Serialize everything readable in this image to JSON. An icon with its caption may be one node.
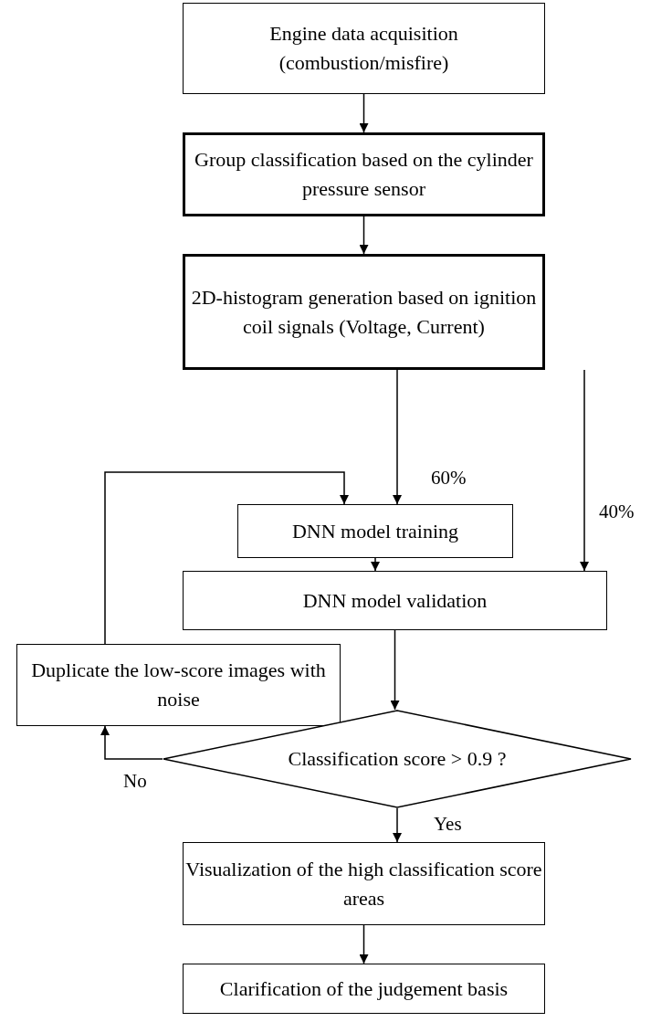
{
  "diagram": {
    "nodes": [
      {
        "text": [
          "Engine data acquisition (combustion/misfire)"
        ]
      },
      {
        "text": [
          "Group classification based on the cylinder pressure sensor"
        ]
      },
      {
        "text": [
          "2D-histogram generation based on ignition coil signals (Voltage, Current)"
        ]
      },
      {
        "text": [
          "DNN model training"
        ]
      },
      {
        "text": [
          "DNN model validation"
        ]
      },
      {
        "text": [
          "Duplicate the low-score images with noise"
        ]
      },
      {
        "text": [
          "Classification score > 0.9 ?"
        ]
      },
      {
        "text": [
          "Visualization of the high classification score areas"
        ]
      },
      {
        "text": [
          "Clarification of the judgement basis"
        ]
      }
    ],
    "edges": [
      {
        "from": 0,
        "to": 1,
        "arrow": "to"
      },
      {
        "from": 1,
        "to": 2,
        "arrow": "to"
      },
      {
        "from": 2,
        "to": 3,
        "arrow": "to",
        "label": "60%"
      },
      {
        "from": 2,
        "to": 4,
        "arrow": "to",
        "label": "40%"
      },
      {
        "from": 3,
        "to": 4,
        "arrow": "to"
      },
      {
        "from": 4,
        "to": 6,
        "arrow": "to"
      },
      {
        "from": 6,
        "to": 5,
        "arrow": "to",
        "label": "No"
      },
      {
        "from": 5,
        "to": 3,
        "arrow": "to"
      },
      {
        "from": 6,
        "to": 7,
        "arrow": "to",
        "label": "Yes"
      },
      {
        "from": 7,
        "to": 8,
        "arrow": "to"
      }
    ]
  }
}
